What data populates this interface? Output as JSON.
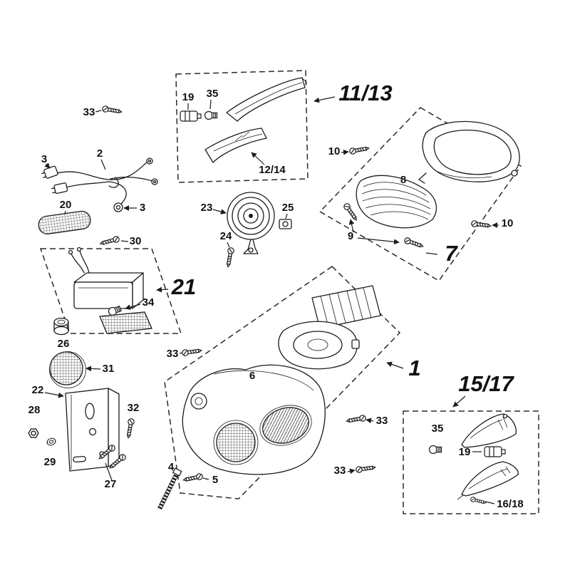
{
  "diagram": {
    "type": "exploded-parts-diagram",
    "background_color": "#ffffff",
    "ink_color": "#1c1c1c",
    "callouts": {
      "c33_top": "33",
      "c2": "2",
      "c3_left": "3",
      "c3_right": "3",
      "c20": "20",
      "c30": "30",
      "c21": "21",
      "c34": "34",
      "c26": "26",
      "c31": "31",
      "c22": "22",
      "c28": "28",
      "c29": "29",
      "c32": "32",
      "c27": "27",
      "c4": "4",
      "c5": "5",
      "c23": "23",
      "c24": "24",
      "c25": "25",
      "c19_top": "19",
      "c35_top": "35",
      "c12_14": "12/14",
      "c11_13": "11/13",
      "c10_left": "10",
      "c8": "8",
      "c9": "9",
      "c10_right": "10",
      "c7": "7",
      "c33_mid": "33",
      "c6": "6",
      "c1": "1",
      "c33_right": "33",
      "c33_bottom": "33",
      "c15_17": "15/17",
      "c35_br": "35",
      "c19_br": "19",
      "c16_18": "16/18"
    }
  }
}
